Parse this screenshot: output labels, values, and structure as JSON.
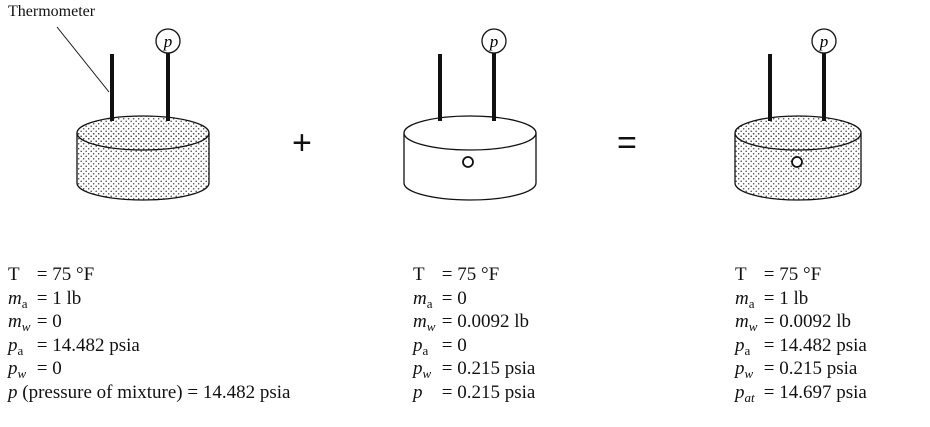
{
  "labels": {
    "thermometer": "Thermometer",
    "gauge": "p",
    "plus": "+",
    "equals": "="
  },
  "colors": {
    "ink": "#111111",
    "background": "#ffffff"
  },
  "panels": [
    {
      "name": "dry-air",
      "filled": true,
      "lines": [
        {
          "sym": "T",
          "sub": "",
          "sub_italic": false,
          "note": "",
          "value": "= 75 °F"
        },
        {
          "sym": "m",
          "sub": "a",
          "sub_italic": false,
          "note": "",
          "value": "= 1 lb"
        },
        {
          "sym": "m",
          "sub": "w",
          "sub_italic": true,
          "note": "",
          "value": "= 0"
        },
        {
          "sym": "p",
          "sub": "a",
          "sub_italic": false,
          "note": "",
          "value": "= 14.482 psia"
        },
        {
          "sym": "p",
          "sub": "w",
          "sub_italic": true,
          "note": "",
          "value": "= 0"
        },
        {
          "sym": "p",
          "sub": "",
          "sub_italic": false,
          "note": " (pressure of mixture)",
          "value": "= 14.482 psia"
        }
      ]
    },
    {
      "name": "water-vapor",
      "filled": false,
      "lines": [
        {
          "sym": "T",
          "sub": "",
          "sub_italic": false,
          "note": "",
          "value": "= 75 °F"
        },
        {
          "sym": "m",
          "sub": "a",
          "sub_italic": false,
          "note": "",
          "value": "= 0"
        },
        {
          "sym": "m",
          "sub": "w",
          "sub_italic": true,
          "note": "",
          "value": "= 0.0092 lb"
        },
        {
          "sym": "p",
          "sub": "a",
          "sub_italic": false,
          "note": "",
          "value": "= 0"
        },
        {
          "sym": "p",
          "sub": "w",
          "sub_italic": true,
          "note": "",
          "value": "= 0.215 psia"
        },
        {
          "sym": "p",
          "sub": "",
          "sub_italic": false,
          "note": "",
          "value": "= 0.215 psia"
        }
      ]
    },
    {
      "name": "moist-air",
      "filled": true,
      "lines": [
        {
          "sym": "T",
          "sub": "",
          "sub_italic": false,
          "note": "",
          "value": "= 75 °F"
        },
        {
          "sym": "m",
          "sub": "a",
          "sub_italic": false,
          "note": "",
          "value": "= 1 lb"
        },
        {
          "sym": "m",
          "sub": "w",
          "sub_italic": true,
          "note": "",
          "value": "= 0.0092 lb"
        },
        {
          "sym": "p",
          "sub": "a",
          "sub_italic": false,
          "note": "",
          "value": "= 14.482 psia"
        },
        {
          "sym": "p",
          "sub": "w",
          "sub_italic": true,
          "note": "",
          "value": "= 0.215 psia"
        },
        {
          "sym": "p",
          "sub": "at",
          "sub_italic": true,
          "note": "",
          "value": "= 14.697 psia"
        }
      ]
    }
  ]
}
